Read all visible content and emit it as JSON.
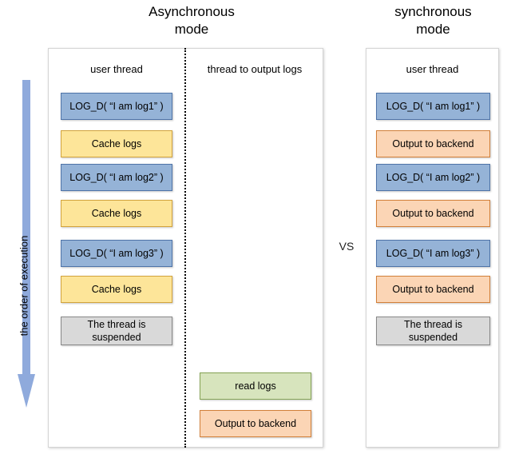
{
  "titles": {
    "async": "Asynchronous\nmode",
    "sync": "synchronous\nmode"
  },
  "vs_label": "VS",
  "order_arrow": {
    "label": "the order of execution",
    "color": "#8faadc",
    "direction": "downward"
  },
  "colors": {
    "blue_fill": "#95b3d7",
    "blue_border": "#4f74a8",
    "yellow_fill": "#fde599",
    "yellow_border": "#d2a33c",
    "orange_fill": "#fbd5b5",
    "orange_border": "#d2803a",
    "green_fill": "#d7e4bd",
    "green_border": "#85a355",
    "gray_fill": "#d9d9d9",
    "gray_border": "#888888",
    "panel_border": "#d4d4d4"
  },
  "async_panel": {
    "user_thread": {
      "header": "user thread",
      "steps": [
        {
          "label": "LOG_D( “I am log1” )",
          "style": "blue"
        },
        {
          "label": "Cache logs",
          "style": "yellow"
        },
        {
          "label": "LOG_D( “I am log2” )",
          "style": "blue"
        },
        {
          "label": "Cache logs",
          "style": "yellow"
        },
        {
          "label": "LOG_D( “I am log3” )",
          "style": "blue"
        },
        {
          "label": "Cache logs",
          "style": "yellow"
        },
        {
          "label": "The thread is\nsuspended",
          "style": "gray"
        }
      ]
    },
    "output_thread": {
      "header": "thread to output logs",
      "steps": [
        {
          "label": "read logs",
          "style": "green"
        },
        {
          "label": "Output to backend",
          "style": "orange"
        }
      ]
    }
  },
  "sync_panel": {
    "user_thread": {
      "header": "user thread",
      "steps": [
        {
          "label": "LOG_D( “I am log1” )",
          "style": "blue"
        },
        {
          "label": "Output to backend",
          "style": "orange"
        },
        {
          "label": "LOG_D( “I am log2” )",
          "style": "blue"
        },
        {
          "label": "Output to backend",
          "style": "orange"
        },
        {
          "label": "LOG_D( “I am log3” )",
          "style": "blue"
        },
        {
          "label": "Output to backend",
          "style": "orange"
        },
        {
          "label": "The thread is\nsuspended",
          "style": "gray"
        }
      ]
    }
  }
}
